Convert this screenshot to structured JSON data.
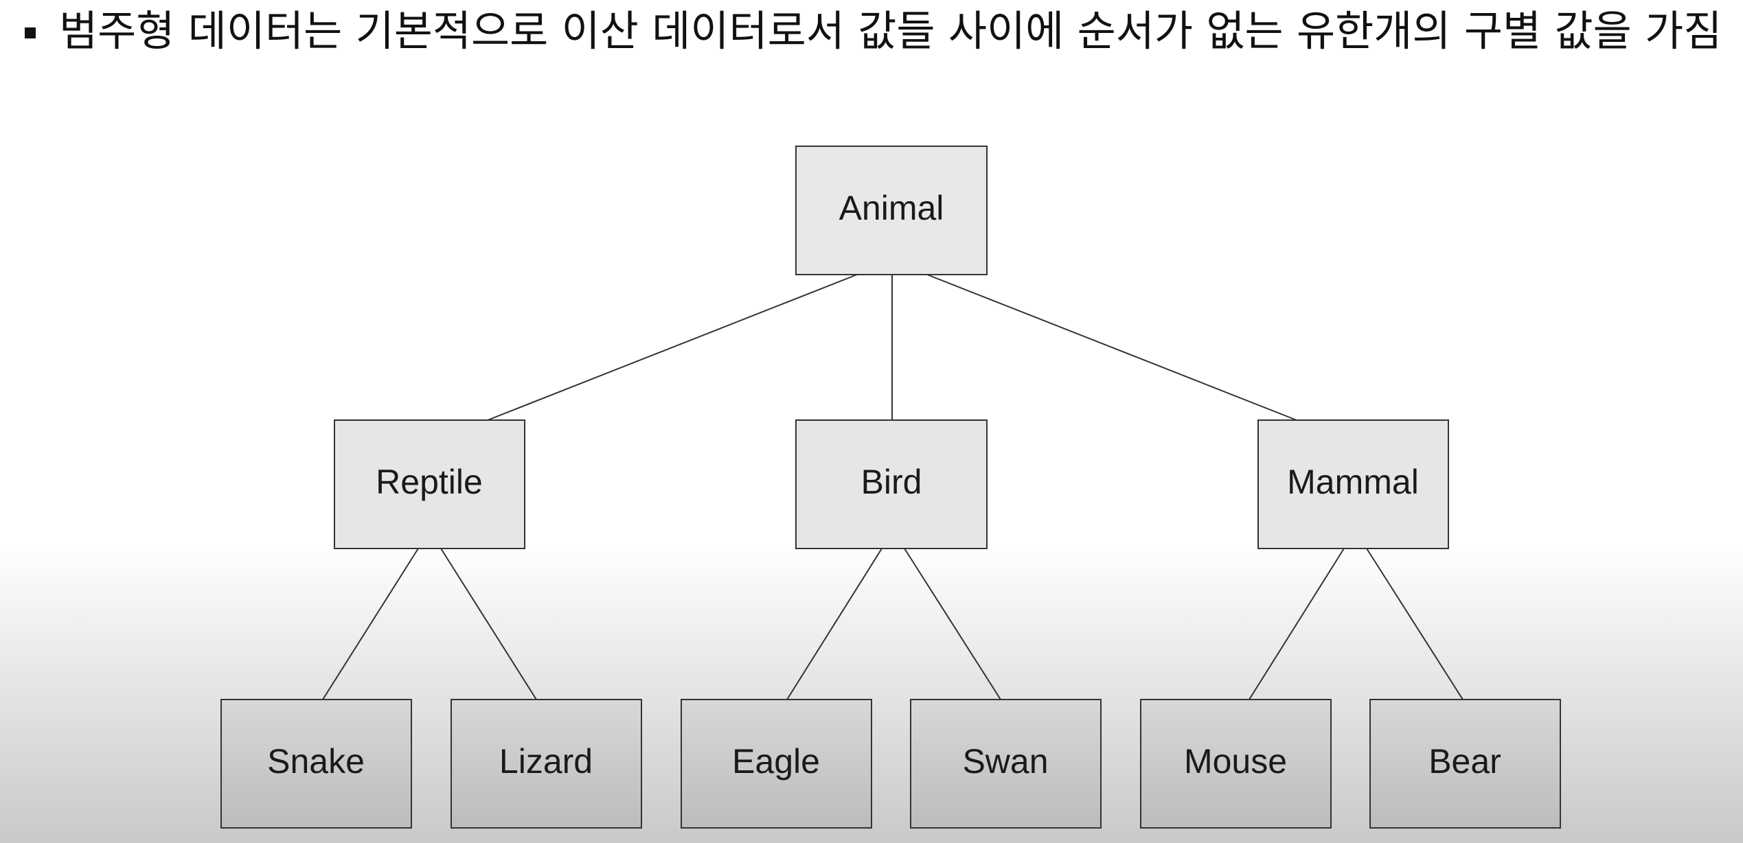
{
  "slide": {
    "bullet_text": "범주형 데이터는 기본적으로 이산 데이터로서 값들 사이에 순서가 없는 유한개의 구별 값을 가짐"
  },
  "diagram": {
    "nodes": [
      {
        "id": "animal",
        "label": "Animal",
        "level": 0
      },
      {
        "id": "reptile",
        "label": "Reptile",
        "level": 1,
        "parent": "animal"
      },
      {
        "id": "bird",
        "label": "Bird",
        "level": 1,
        "parent": "animal"
      },
      {
        "id": "mammal",
        "label": "Mammal",
        "level": 1,
        "parent": "animal"
      },
      {
        "id": "snake",
        "label": "Snake",
        "level": 2,
        "parent": "reptile"
      },
      {
        "id": "lizard",
        "label": "Lizard",
        "level": 2,
        "parent": "reptile"
      },
      {
        "id": "eagle",
        "label": "Eagle",
        "level": 2,
        "parent": "bird"
      },
      {
        "id": "swan",
        "label": "Swan",
        "level": 2,
        "parent": "bird"
      },
      {
        "id": "mouse",
        "label": "Mouse",
        "level": 2,
        "parent": "mammal"
      },
      {
        "id": "bear",
        "label": "Bear",
        "level": 2,
        "parent": "mammal"
      }
    ],
    "colors": {
      "box_fill_top": "#e8e8e8",
      "box_fill_bottom_light": "#d6d6d6",
      "box_fill_bottom_dark": "#bdbdbd",
      "stroke": "#333333"
    }
  }
}
